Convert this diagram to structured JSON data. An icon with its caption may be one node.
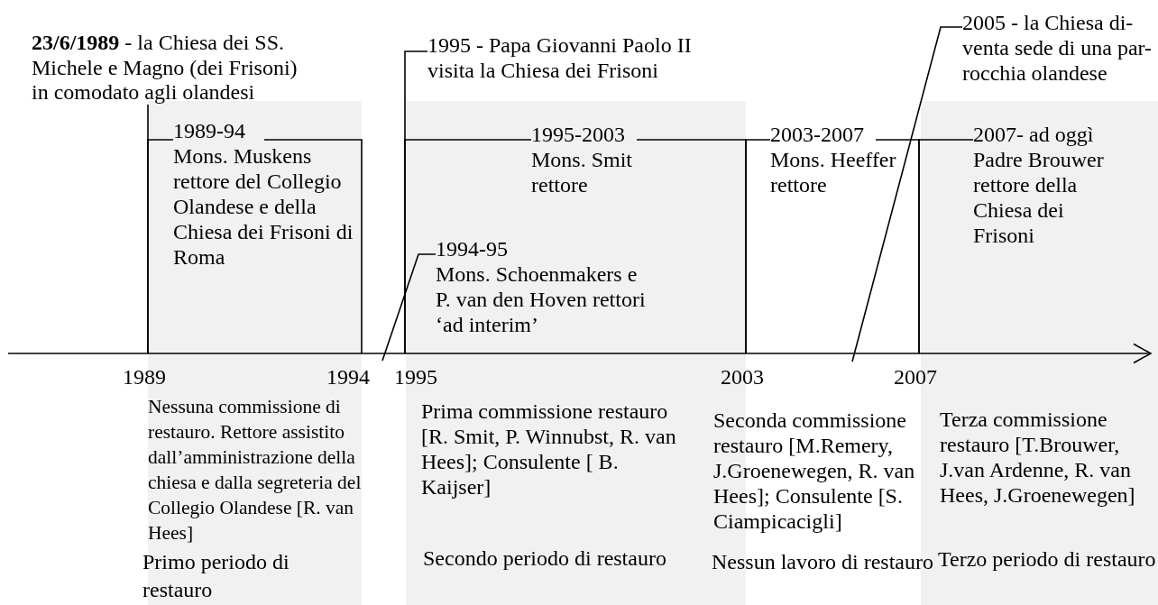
{
  "diagram": {
    "nodes": [
      {
        "text": [
          "**23/6/1989** - la Chiesa dei SS. Michele e Magno (dei Frisoni) in comodato agli olandesi"
        ]
      },
      {
        "text": [
          "1995 - Papa Giovanni Paolo II visita la Chiesa dei Frisoni"
        ]
      },
      {
        "text": [
          "2005 - la Chiesa di- venta sede di una par- rocchia olandese"
        ]
      },
      {
        "text": [
          "Nessuna commissione di restauro. Rettore assistito dall’amministrazione della chiesa e dalla segreteria del Collegio Olandese [R. van Hees]",
          "Primo periodo di restauro"
        ]
      },
      {
        "text": [
          "1989-94",
          "Mons. Muskens rettore del Collegio Olandese e della Chiesa dei Frisoni di Roma"
        ],
        "in": 3
      },
      {
        "text": [
          "Prima commissione restauro [R. Smit, P. Winnubst, R. van Hees];  Consulente [ B. Kaijser]",
          "Secondo periodo di restauro"
        ]
      },
      {
        "text": [
          "1995-2003",
          "Mons. Smit rettore"
        ],
        "in": 5
      },
      {
        "text": [
          "2003-2007",
          "Mons. Heeffer rettore"
        ]
      },
      {
        "text": [
          "Terza commissione restauro [T.Brouwer, J.van Ardenne, R. van Hees, J.Groenewegen]",
          "Terzo periodo di restauro"
        ]
      },
      {
        "text": [
          "2007- ad oggì",
          "Padre Brouwer rettore della Chiesa dei Frisoni"
        ],
        "in": 8
      },
      {
        "text": [
          "1994-95",
          "Mons. Schoenmakers e P. van den Hoven rettori ‘ad interim’"
        ],
        "in": 5
      },
      {
        "text": [],
        "shape": "arrow"
      }
    ],
    "edges": [
      {
        "from": 0,
        "to": 11,
        "arrow": "none"
      },
      {
        "from": 4,
        "to": 11,
        "arrow": "none"
      },
      {
        "from": 4,
        "to": 11,
        "arrow": "none"
      },
      {
        "from": 1,
        "to": 11,
        "arrow": "none"
      },
      {
        "from": 6,
        "to": 11,
        "arrow": "none"
      },
      {
        "from": 6,
        "to": 11,
        "arrow": "none"
      },
      {
        "from": 7,
        "to": 11,
        "arrow": "none"
      },
      {
        "from": 7,
        "to": 11,
        "arrow": "none"
      },
      {
        "from": 9,
        "to": 11,
        "arrow": "none"
      },
      {
        "from": 10,
        "to": 11,
        "arrow": "none"
      },
      {
        "from": 2,
        "to": 11,
        "arrow": "none"
      }
    ],
    "labels": [
      "1989",
      "1994",
      "1995",
      "2003",
      "2007",
      "Seconda commissione restauro [M.Remery, J.Groenewegen, R. van Hees]; Consulente [S. Ciampicacigli]",
      "Nessun lavoro di restauro"
    ]
  }
}
